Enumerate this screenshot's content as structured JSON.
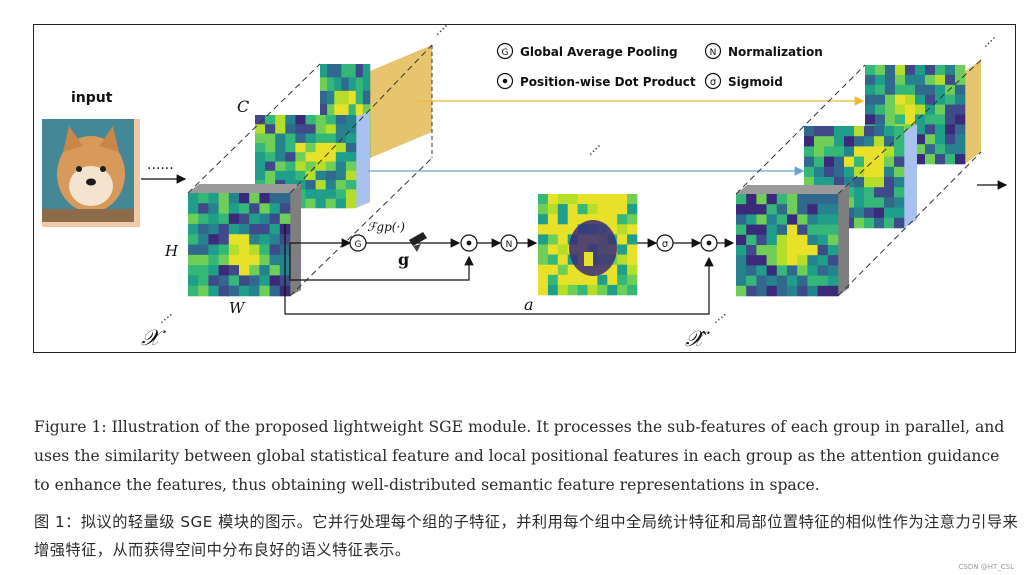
{
  "legend": {
    "gap_symbol": "G",
    "gap_label": "Global Average Pooling",
    "norm_symbol": "N",
    "norm_label": "Normalization",
    "dot_label": "Position-wise Dot Product",
    "sig_symbol": "σ",
    "sig_label": "Sigmoid"
  },
  "labels": {
    "input": "input",
    "C": "C",
    "H": "H",
    "W": "W",
    "X": "𝒳",
    "X_hat": "𝒳̂",
    "F_gp": "ℱgp(·)",
    "g": "g",
    "a": "a"
  },
  "colors": {
    "yellow_arrow": "#f2b830",
    "blue_arrow": "#6aa3d8",
    "back_face": "#e6c56e",
    "mid_face": "#a9c1ee",
    "front_face": "#7f7f7f",
    "feature_dark": "#3b2a7a",
    "feature_yellow": "#e8e12a",
    "feature_green": "#2ea86a"
  },
  "caption": {
    "english": "Figure 1: Illustration of the proposed lightweight SGE module. It processes the sub-features of each group in parallel, and uses the similarity between global statistical feature and local positional features in each group as the attention guidance to enhance the features, thus obtaining well-distributed semantic feature representations in space.",
    "chinese": "图 1：拟议的轻量级 SGE 模块的图示。它并行处理每个组的子特征，并利用每个组中全局统计特征和局部位置特征的相似性作为注意力引导来增强特征，从而获得空间中分布良好的语义特征表示。"
  },
  "watermark": "CSDN @HT_CSL"
}
